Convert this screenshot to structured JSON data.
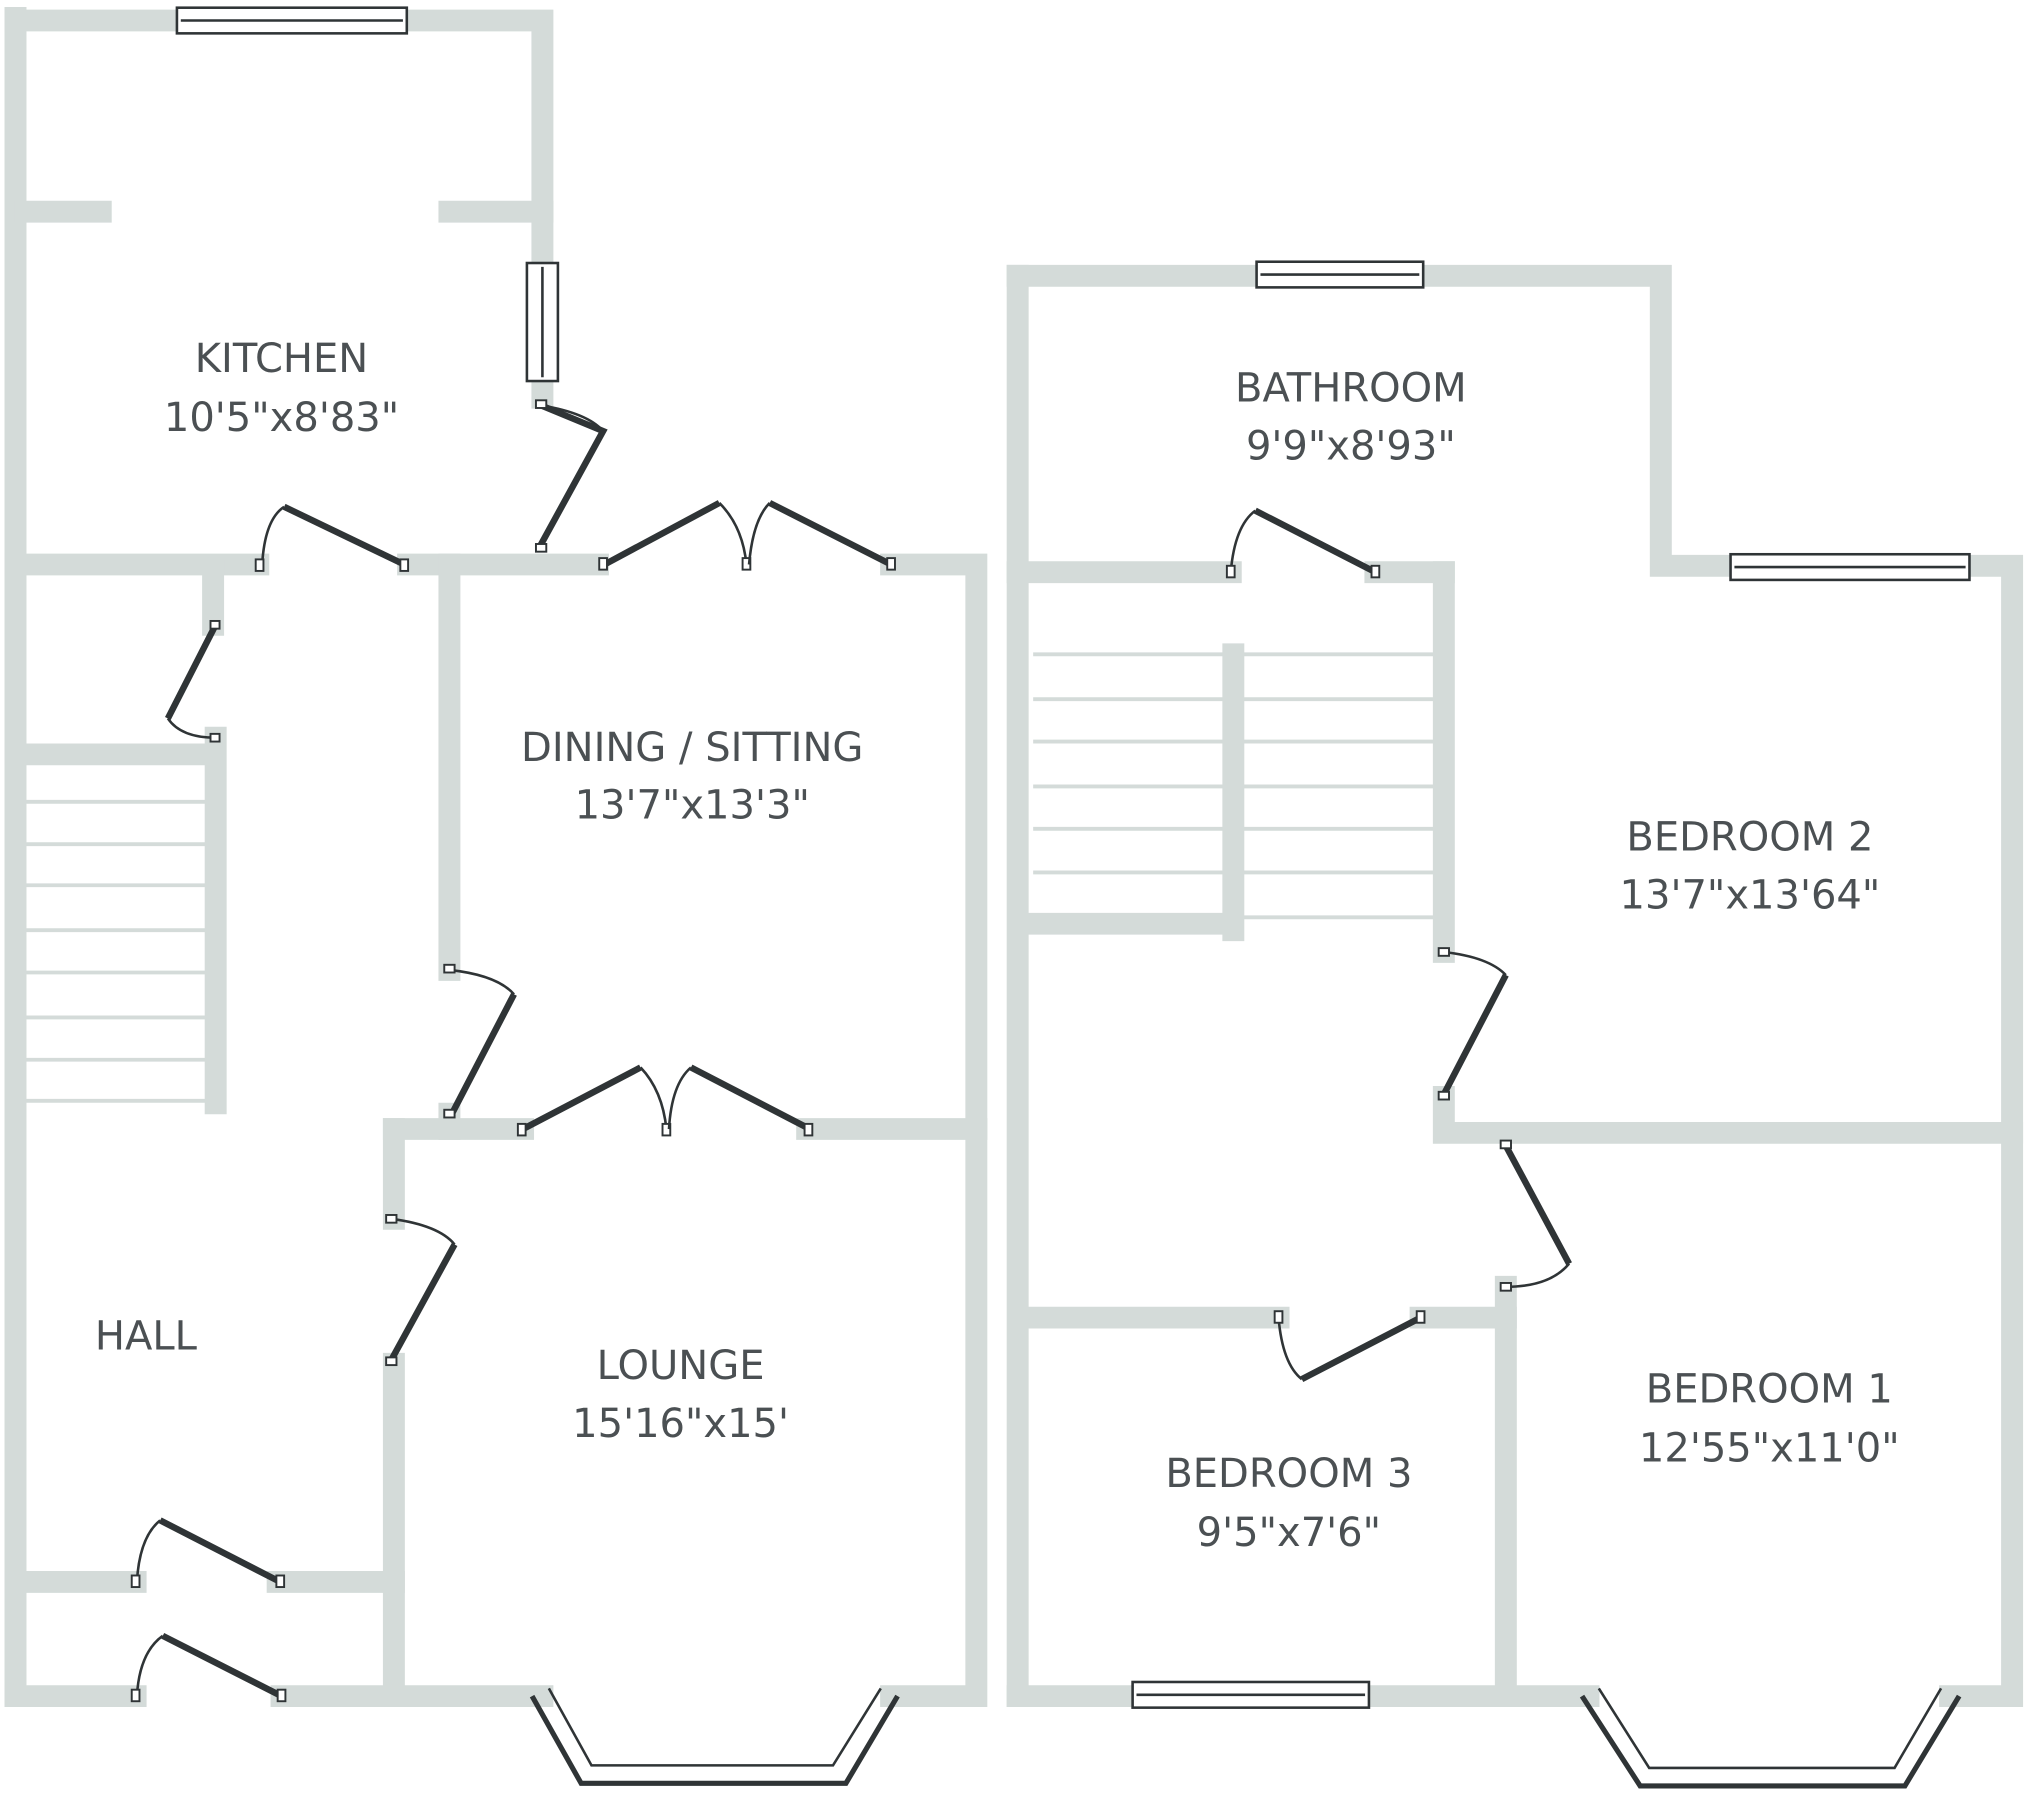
{
  "rooms": {
    "kitchen": {
      "name": "KITCHEN",
      "size": "10'5\"x8'83\""
    },
    "dining": {
      "name": "DINING / SITTING",
      "size": "13'7\"x13'3\""
    },
    "hall": {
      "name": "HALL"
    },
    "lounge": {
      "name": "LOUNGE",
      "size": "15'16\"x15'"
    },
    "bathroom": {
      "name": "BATHROOM",
      "size": "9'9\"x8'93\""
    },
    "bedroom2": {
      "name": "BEDROOM 2",
      "size": "13'7\"x13'64\""
    },
    "bedroom1": {
      "name": "BEDROOM 1",
      "size": "12'55\"x11'0\""
    },
    "bedroom3": {
      "name": "BEDROOM 3",
      "size": "9'5\"x7'6\""
    }
  },
  "colors": {
    "wall": "#d4dbd9",
    "text": "#4b5053",
    "line": "#2f3436"
  }
}
